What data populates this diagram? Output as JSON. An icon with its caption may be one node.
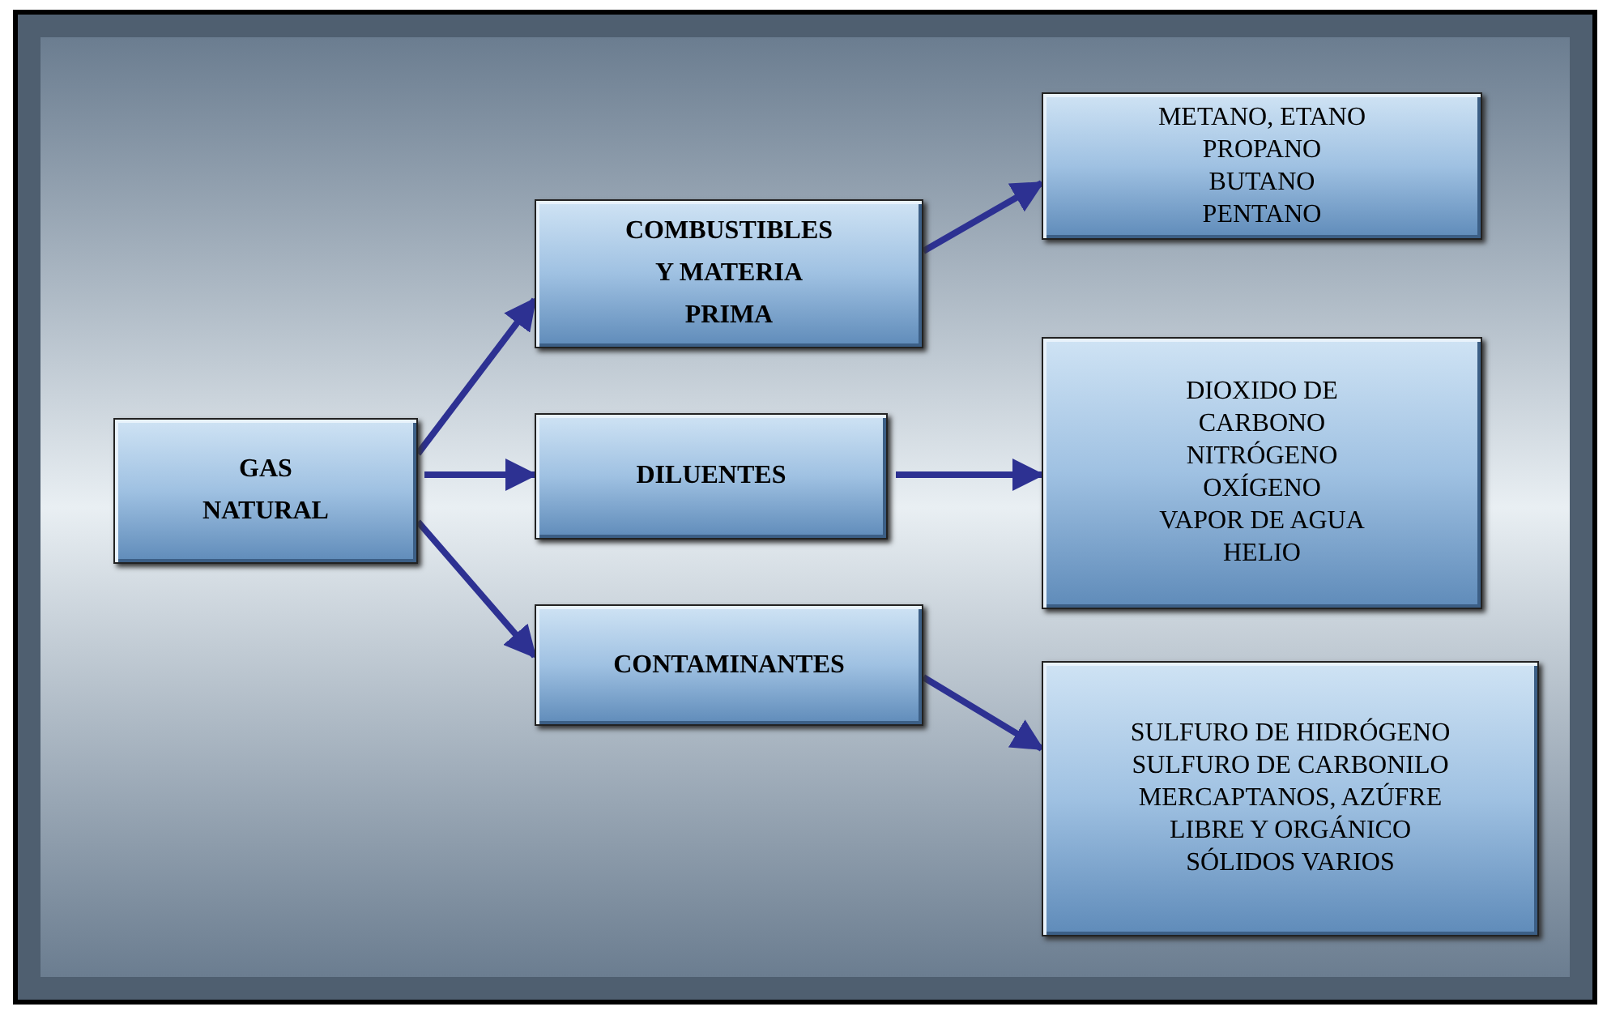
{
  "diagram": {
    "nodes": [
      {
        "text": [
          "GAS NATURAL"
        ]
      },
      {
        "text": [
          "COMBUSTIBLES Y MATERIA PRIMA"
        ]
      },
      {
        "text": [
          "DILUENTES"
        ]
      },
      {
        "text": [
          "CONTAMINANTES"
        ]
      },
      {
        "text": [
          "METANO, ETANO",
          "PROPANO",
          "BUTANO",
          "PENTANO"
        ]
      },
      {
        "text": [
          "DIOXIDO DE CARBONO",
          "NITRÓGENO",
          "OXÍGENO",
          "VAPOR DE AGUA",
          "HELIO"
        ]
      },
      {
        "text": [
          "SULFURO DE HIDRÓGENO",
          "SULFURO DE CARBONILO",
          "MERCAPTANOS, AZÚFRE",
          "LIBRE Y ORGÁNICO",
          "SÓLIDOS VARIOS"
        ]
      }
    ],
    "edges": [
      {
        "from": 0,
        "to": 1,
        "arrow": "to"
      },
      {
        "from": 0,
        "to": 2,
        "arrow": "to"
      },
      {
        "from": 0,
        "to": 3,
        "arrow": "to"
      },
      {
        "from": 1,
        "to": 4,
        "arrow": "to"
      },
      {
        "from": 2,
        "to": 5,
        "arrow": "to"
      },
      {
        "from": 3,
        "to": 6,
        "arrow": "to"
      }
    ]
  }
}
